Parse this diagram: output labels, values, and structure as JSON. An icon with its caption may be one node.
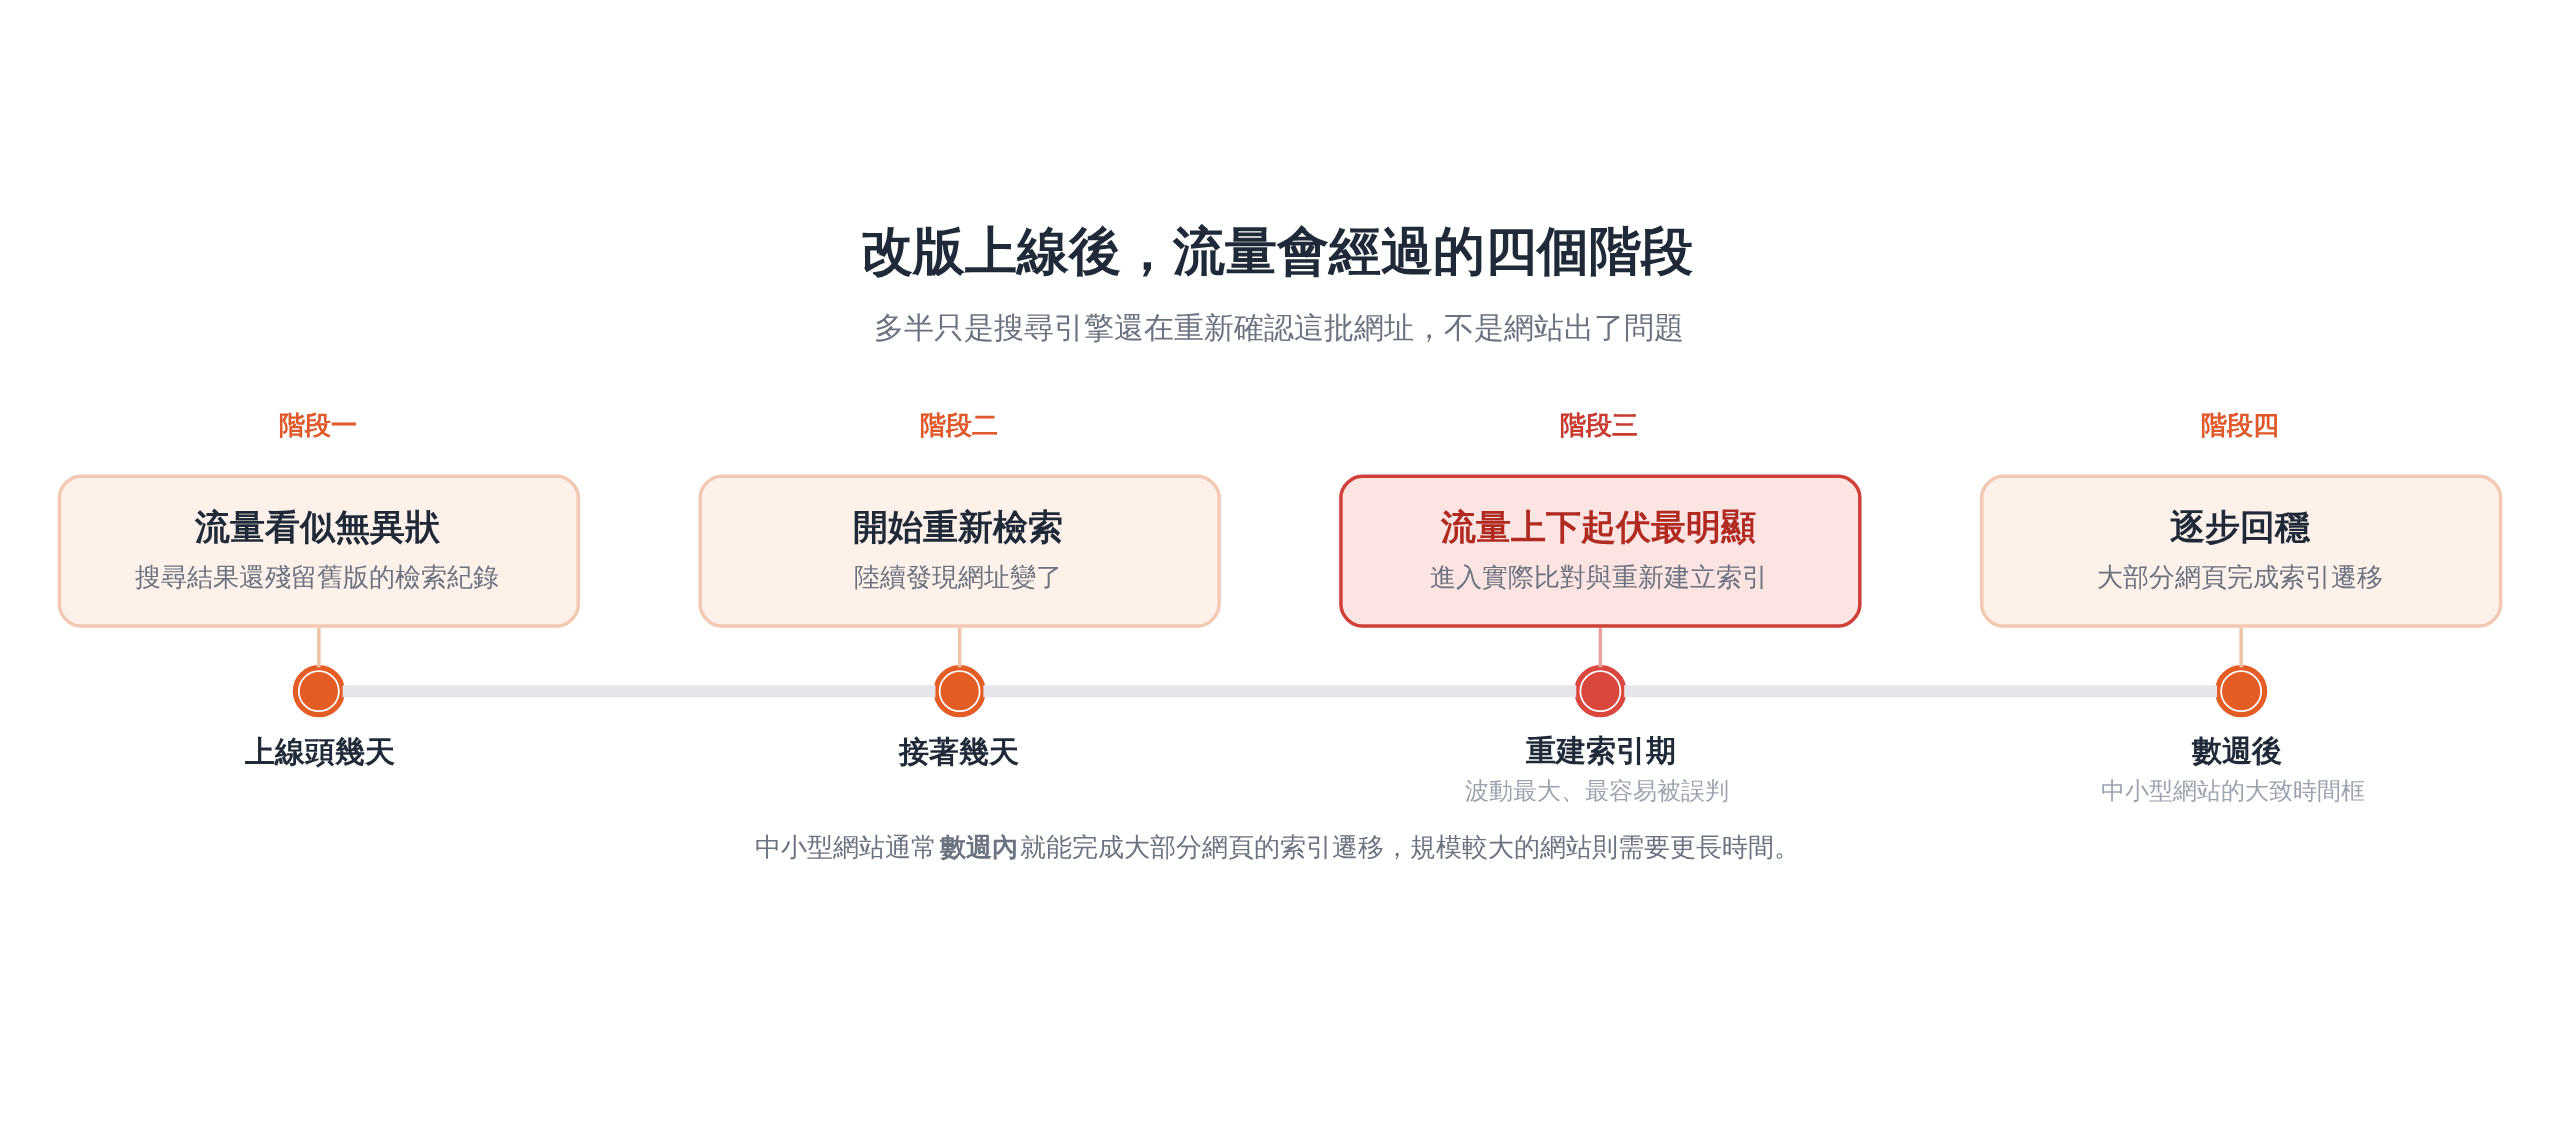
{
  "diagram": {
    "title": "改版上線後，流量會經過的四個階段",
    "caption": "中小型網站通常**數週內**就能完成大部分網頁的索引遷移，規模較大的網站則需要更長時間。",
    "nodes": [
      {
        "text": [
          "階段一",
          "流量看似無異狀",
          "搜尋結果還殘留舊版的檢索紀錄"
        ]
      },
      {
        "text": [
          "階段二",
          "開始重新檢索",
          "陸續發現網址變了"
        ]
      },
      {
        "text": [
          "階段三",
          "流量上下起伏最明顯",
          "進入實際比對與重新建立索引"
        ]
      },
      {
        "text": [
          "階段四",
          "逐步回穩",
          "大部分網頁完成索引遷移"
        ]
      },
      {
        "text": [],
        "shape": "circle",
        "beside": [
          "上線頭幾天"
        ]
      },
      {
        "text": [],
        "shape": "circle",
        "beside": [
          "接著幾天"
        ]
      },
      {
        "text": [],
        "shape": "circle",
        "beside": [
          "重建索引期",
          "波動最大、最容易被誤判"
        ]
      },
      {
        "text": [],
        "shape": "circle",
        "beside": [
          "數週後",
          "中小型網站的大致時間框"
        ]
      }
    ],
    "edges": [
      {
        "from": 0,
        "to": 4,
        "arrow": "none"
      },
      {
        "from": 1,
        "to": 5,
        "arrow": "none"
      },
      {
        "from": 2,
        "to": 6,
        "arrow": "none",
        "color": "#e8a49c"
      },
      {
        "from": 3,
        "to": 7,
        "arrow": "none"
      },
      {
        "from": 4,
        "to": 5,
        "arrow": "none",
        "style": "thick",
        "color": "#e5e5eb"
      },
      {
        "from": 5,
        "to": 6,
        "arrow": "none",
        "style": "thick",
        "color": "#e5e5eb"
      },
      {
        "from": 6,
        "to": 7,
        "arrow": "none",
        "style": "thick",
        "color": "#e5e5eb"
      }
    ],
    "labels": [
      "多半只是搜尋引擎還在重新確認這批網址，不是網站出了問題"
    ]
  }
}
